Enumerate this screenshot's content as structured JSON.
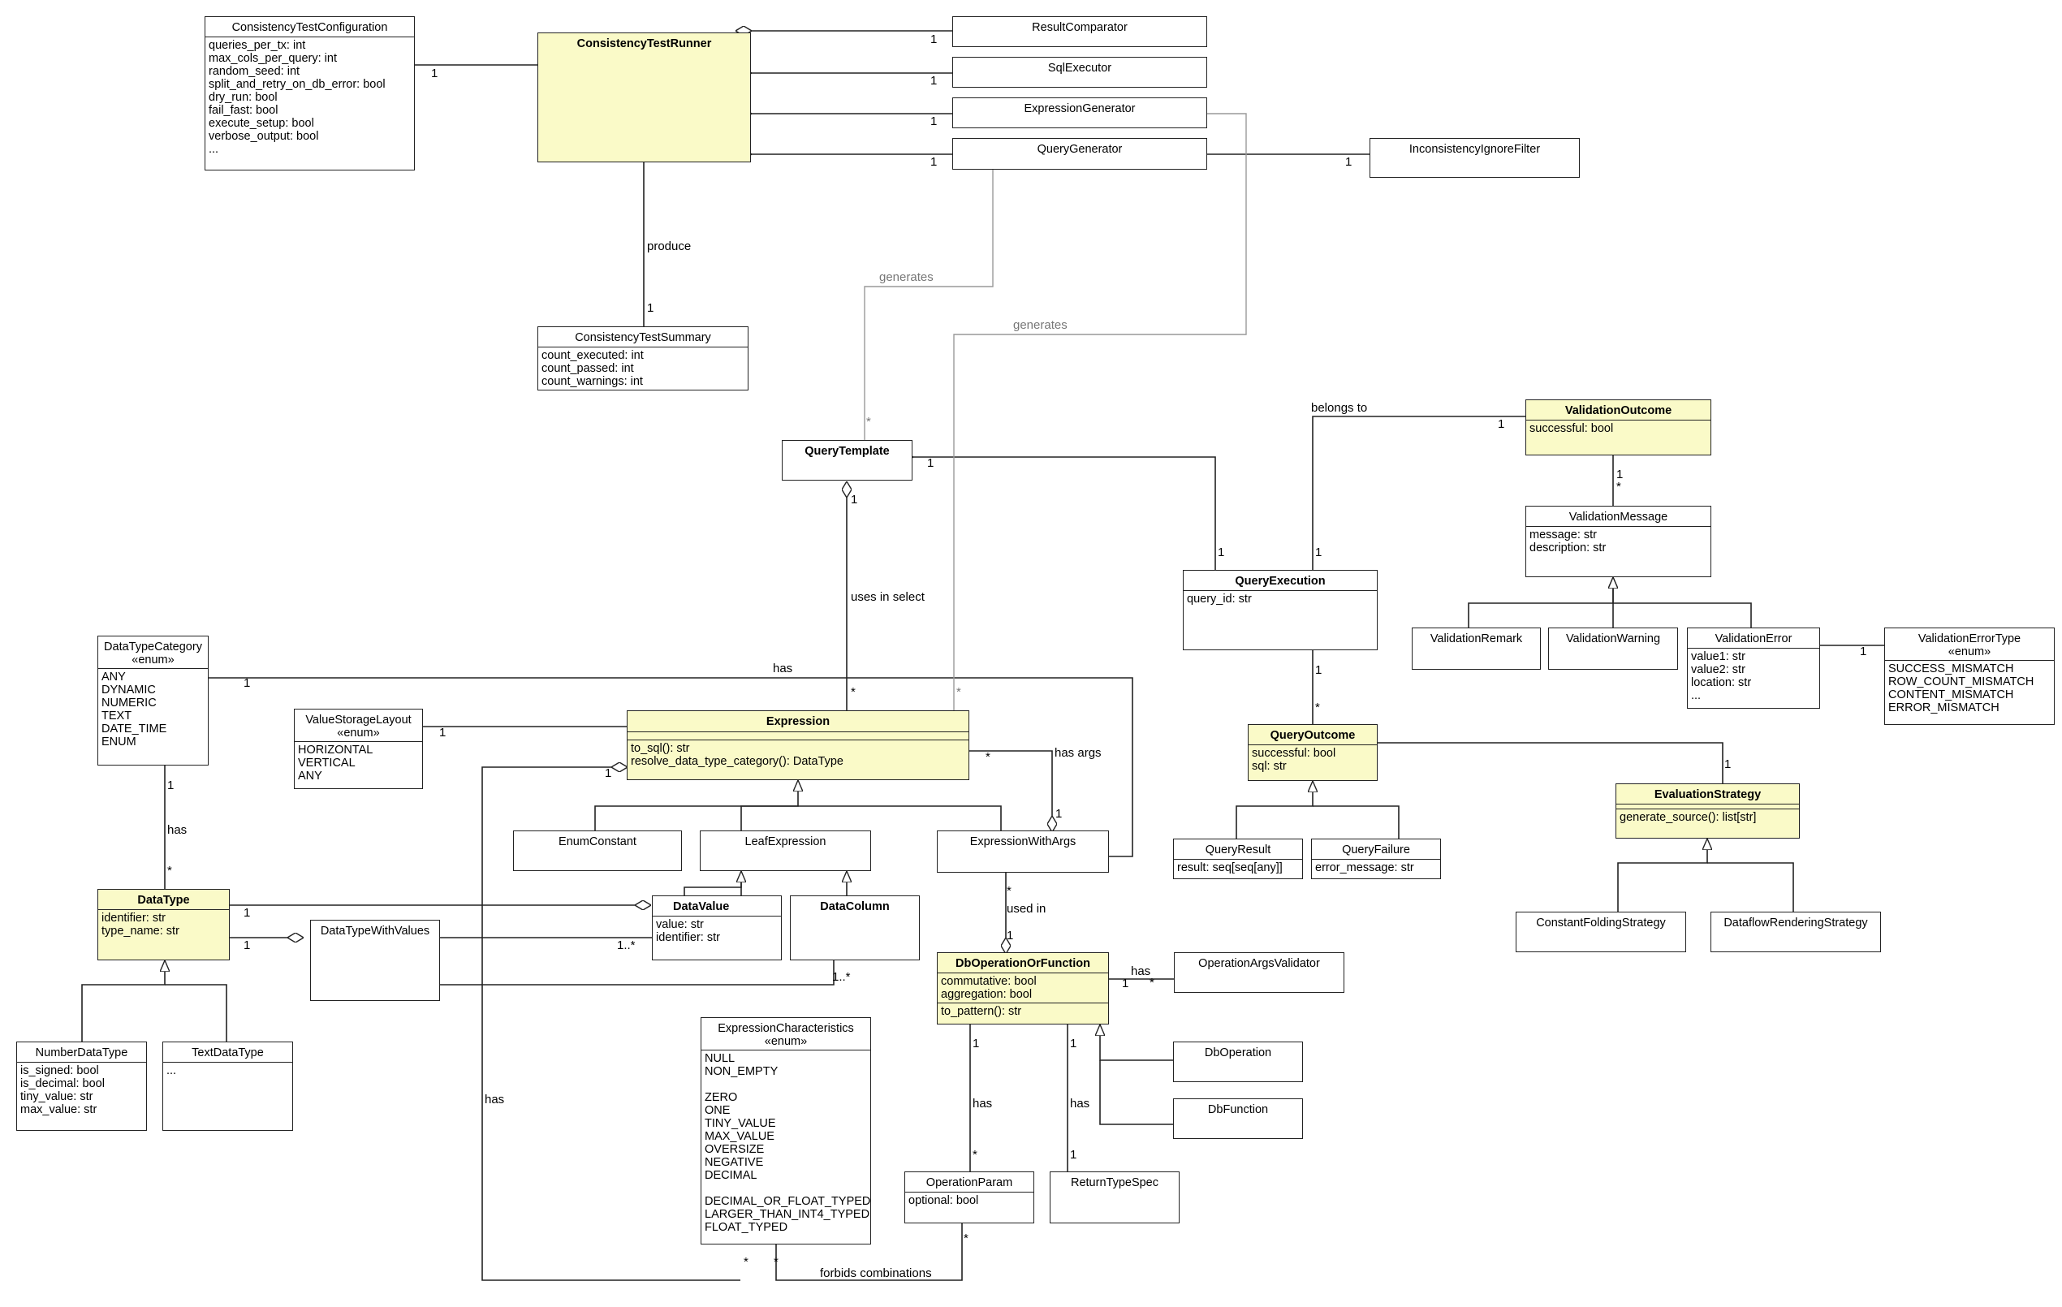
{
  "classes": {
    "consistency_test_configuration": {
      "name": "ConsistencyTestConfiguration",
      "attributes": [
        "queries_per_tx: int",
        "max_cols_per_query: int",
        "random_seed: int",
        "split_and_retry_on_db_error: bool",
        "dry_run: bool",
        "fail_fast: bool",
        "execute_setup: bool",
        "verbose_output: bool",
        "..."
      ]
    },
    "consistency_test_runner": {
      "name": "ConsistencyTestRunner"
    },
    "result_comparator": {
      "name": "ResultComparator"
    },
    "sql_executor": {
      "name": "SqlExecutor"
    },
    "expression_generator": {
      "name": "ExpressionGenerator"
    },
    "query_generator": {
      "name": "QueryGenerator"
    },
    "inconsistency_ignore_filter": {
      "name": "InconsistencyIgnoreFilter"
    },
    "consistency_test_summary": {
      "name": "ConsistencyTestSummary",
      "attributes": [
        "count_executed: int",
        "count_passed: int",
        "count_warnings: int"
      ]
    },
    "query_template": {
      "name": "QueryTemplate"
    },
    "validation_outcome": {
      "name": "ValidationOutcome",
      "attributes": [
        "successful: bool"
      ]
    },
    "validation_message": {
      "name": "ValidationMessage",
      "attributes": [
        "message: str",
        "description: str"
      ]
    },
    "query_execution": {
      "name": "QueryExecution",
      "attributes": [
        "query_id: str"
      ]
    },
    "validation_remark": {
      "name": "ValidationRemark"
    },
    "validation_warning": {
      "name": "ValidationWarning"
    },
    "validation_error": {
      "name": "ValidationError",
      "attributes": [
        "value1: str",
        "value2: str",
        "location: str",
        "..."
      ]
    },
    "validation_error_type": {
      "name": "ValidationErrorType",
      "stereotype": "«enum»",
      "literals": [
        "SUCCESS_MISMATCH",
        "ROW_COUNT_MISMATCH",
        "CONTENT_MISMATCH",
        "ERROR_MISMATCH"
      ]
    },
    "data_type_category": {
      "name": "DataTypeCategory",
      "stereotype": "«enum»",
      "literals": [
        "ANY",
        "DYNAMIC",
        "NUMERIC",
        "TEXT",
        "DATE_TIME",
        "ENUM"
      ]
    },
    "value_storage_layout": {
      "name": "ValueStorageLayout",
      "stereotype": "«enum»",
      "literals": [
        "HORIZONTAL",
        "VERTICAL",
        "ANY"
      ]
    },
    "expression": {
      "name": "Expression",
      "operations": [
        "to_sql(): str",
        "resolve_data_type_category(): DataType"
      ]
    },
    "query_outcome": {
      "name": "QueryOutcome",
      "attributes": [
        "successful: bool",
        "sql: str"
      ]
    },
    "evaluation_strategy": {
      "name": "EvaluationStrategy",
      "operations": [
        "generate_source(): list[str]"
      ]
    },
    "enum_constant": {
      "name": "EnumConstant"
    },
    "leaf_expression": {
      "name": "LeafExpression"
    },
    "expression_with_args": {
      "name": "ExpressionWithArgs"
    },
    "query_result": {
      "name": "QueryResult",
      "attributes": [
        "result: seq[seq[any]]"
      ]
    },
    "query_failure": {
      "name": "QueryFailure",
      "attributes": [
        "error_message: str"
      ]
    },
    "data_type": {
      "name": "DataType",
      "attributes": [
        "identifier: str",
        "type_name: str"
      ]
    },
    "data_value": {
      "name": "DataValue",
      "attributes": [
        "value: str",
        "identifier: str"
      ]
    },
    "data_column": {
      "name": "DataColumn"
    },
    "data_type_with_values": {
      "name": "DataTypeWithValues"
    },
    "constant_folding_strategy": {
      "name": "ConstantFoldingStrategy"
    },
    "dataflow_rendering_strategy": {
      "name": "DataflowRenderingStrategy"
    },
    "db_operation_or_function": {
      "name": "DbOperationOrFunction",
      "attributes": [
        "commutative: bool",
        "aggregation: bool"
      ],
      "operations": [
        "to_pattern(): str"
      ]
    },
    "operation_args_validator": {
      "name": "OperationArgsValidator"
    },
    "db_operation": {
      "name": "DbOperation"
    },
    "db_function": {
      "name": "DbFunction"
    },
    "number_data_type": {
      "name": "NumberDataType",
      "attributes": [
        "is_signed: bool",
        "is_decimal: bool",
        "tiny_value: str",
        "max_value: str"
      ]
    },
    "text_data_type": {
      "name": "TextDataType",
      "attributes": [
        "..."
      ]
    },
    "expression_characteristics": {
      "name": "ExpressionCharacteristics",
      "stereotype": "«enum»",
      "literals": [
        "NULL",
        "NON_EMPTY",
        "",
        "ZERO",
        "ONE",
        "TINY_VALUE",
        "MAX_VALUE",
        "OVERSIZE",
        "NEGATIVE",
        "DECIMAL",
        "",
        "DECIMAL_OR_FLOAT_TYPED",
        "LARGER_THAN_INT4_TYPED",
        "FLOAT_TYPED"
      ]
    },
    "operation_param": {
      "name": "OperationParam",
      "attributes": [
        "optional: bool"
      ]
    },
    "return_type_spec": {
      "name": "ReturnTypeSpec"
    }
  },
  "labels": {
    "produce": "produce",
    "generates": "generates",
    "belongs_to": "belongs to",
    "uses_in_select": "uses in select",
    "has": "has",
    "has_args": "has args",
    "used_in": "used in",
    "forbids_combinations": "forbids combinations"
  },
  "multiplicities": {
    "one": "1",
    "many": "*",
    "one_or_more": "1..*"
  }
}
